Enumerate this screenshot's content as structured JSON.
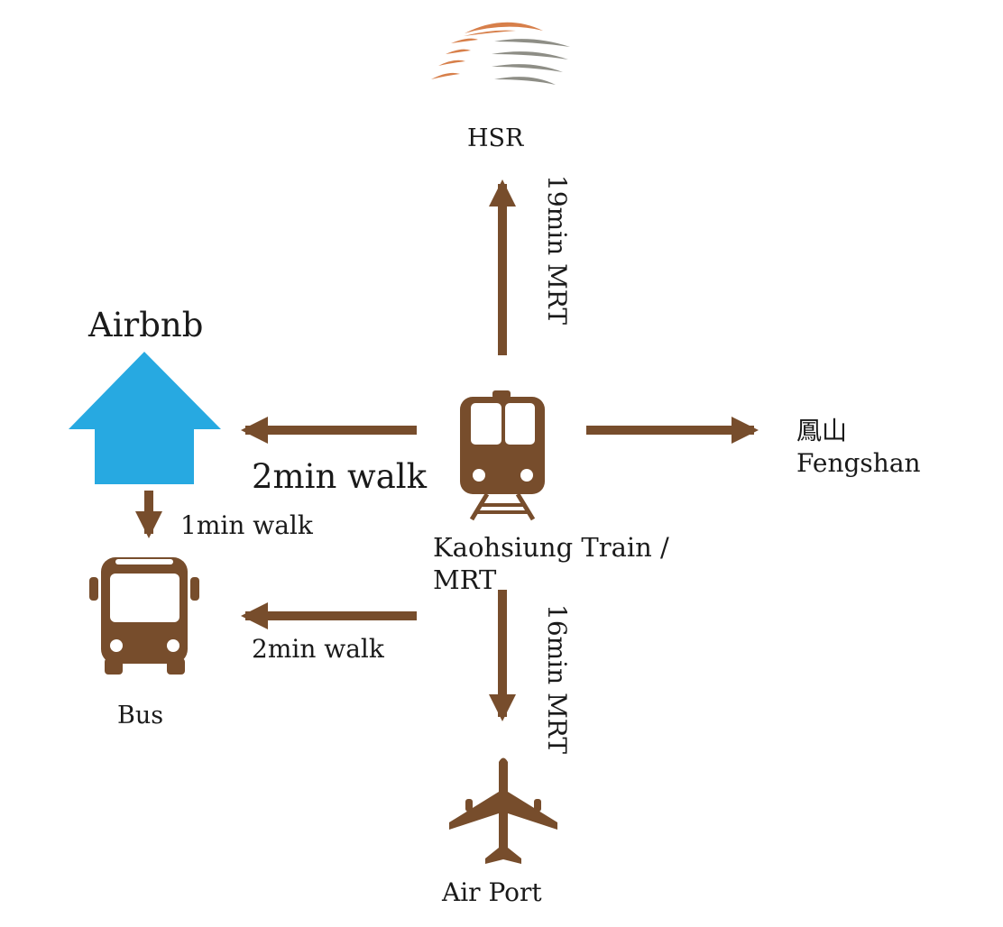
{
  "labels": {
    "hsr": "HSR",
    "airbnb": "Airbnb",
    "walk_to_airbnb": "2min walk",
    "walk_airbnb_to_bus": "1min walk",
    "walk_to_bus": "2min walk",
    "bus": "Bus",
    "fengshan_zh": "鳳山",
    "fengshan_en": "Fengshan",
    "station_line1": "Kaohsiung Train /",
    "station_line2": "MRT",
    "mrt_to_hsr": "19min MRT",
    "mrt_to_airport": "16min MRT",
    "airport": "Air Port"
  },
  "icons": {
    "hsr_logo": "hsr-logo",
    "home": "home-icon",
    "train": "train-icon",
    "bus": "bus-icon",
    "airplane": "airplane-icon"
  },
  "colors": {
    "arrow": "#774d2c",
    "home": "#27a9e1",
    "hsr_orange": "#d77f4a",
    "hsr_gray": "#8e8e86",
    "text": "#1a1a1a"
  }
}
